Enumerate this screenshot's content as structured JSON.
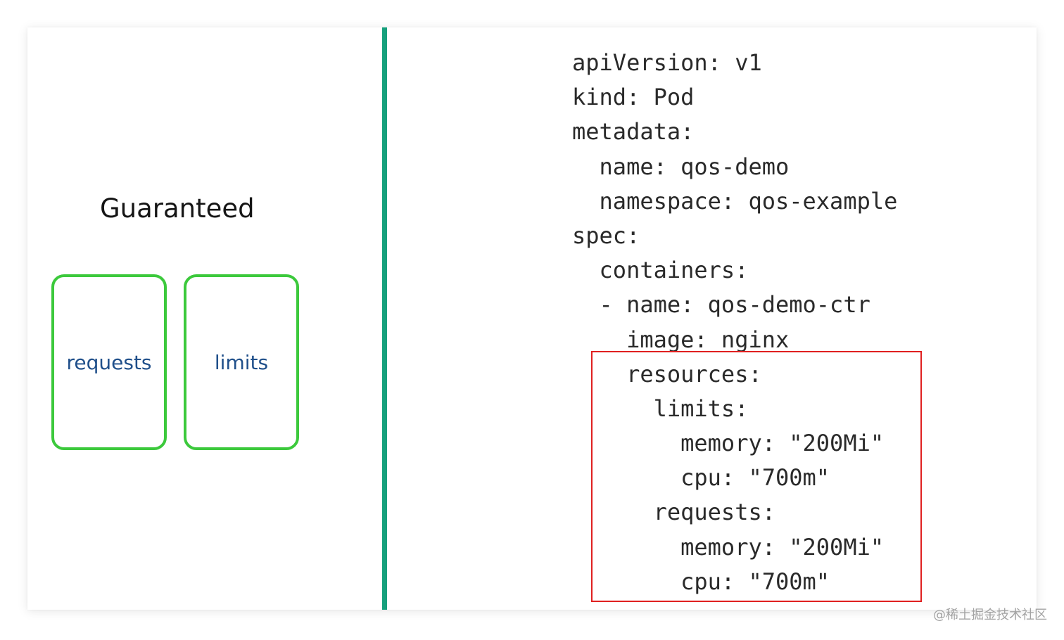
{
  "left_panel": {
    "title": "Guaranteed",
    "boxes": {
      "requests": "requests",
      "limits": "limits"
    }
  },
  "yaml": {
    "lines": [
      "apiVersion: v1",
      "kind: Pod",
      "metadata:",
      "  name: qos-demo",
      "  namespace: qos-example",
      "spec:",
      "  containers:",
      "  - name: qos-demo-ctr",
      "    image: nginx",
      "    resources:",
      "      limits:",
      "        memory: \"200Mi\"",
      "        cpu: \"700m\"",
      "      requests:",
      "        memory: \"200Mi\"",
      "        cpu: \"700m\""
    ],
    "highlighted_block": "resources"
  },
  "watermark": "@稀土掘金技术社区",
  "colors": {
    "divider": "#16a07c",
    "box_border": "#3cc93c",
    "box_text": "#1f4f8a",
    "highlight_border": "#e02020"
  }
}
